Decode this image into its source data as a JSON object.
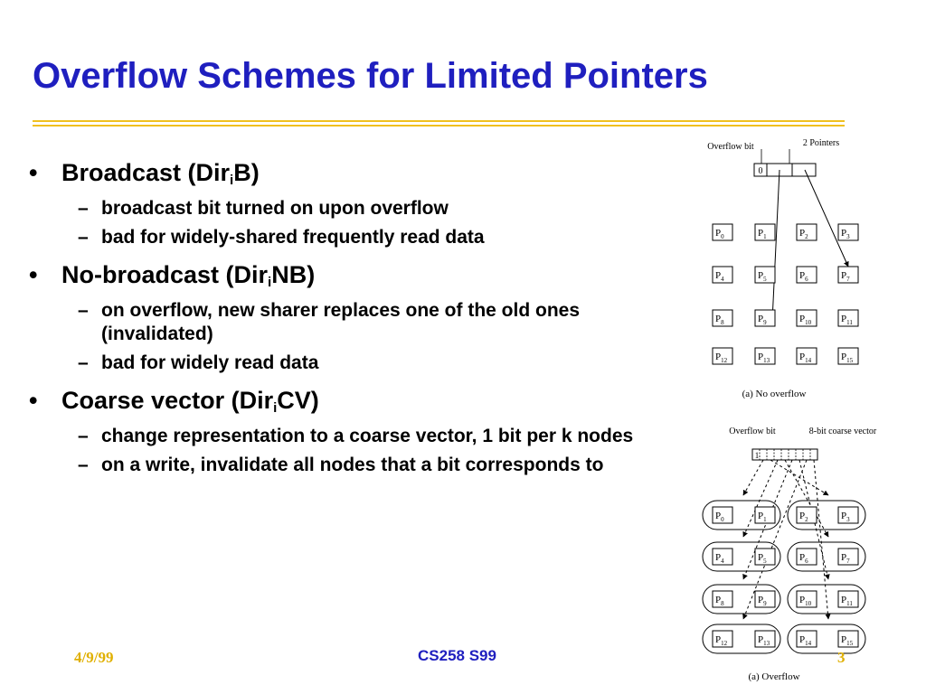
{
  "title": "Overflow Schemes for Limited Pointers",
  "bullets": [
    {
      "pre": "Broadcast (Dir",
      "sub": "i",
      "post": "B)",
      "subs": [
        "broadcast bit turned on upon overflow",
        "bad for widely-shared frequently read data"
      ]
    },
    {
      "pre": "No-broadcast (Dir",
      "sub": "i",
      "post": "NB)",
      "subs": [
        "on overflow, new sharer replaces one of the old ones (invalidated)",
        "bad for widely read data"
      ]
    },
    {
      "pre": "Coarse vector (Dir",
      "sub": "i",
      "post": "CV)",
      "subs": [
        "change representation to a coarse vector, 1 bit per k nodes",
        "on a write, invalidate all nodes that a bit corresponds to"
      ]
    }
  ],
  "bullet_glyph": "•",
  "dash_glyph": "–",
  "figure": {
    "diagram_a": {
      "overflow_label": "Overflow bit",
      "pointers_label": "2 Pointers",
      "overflow_value": "0",
      "caption": "(a) No overflow"
    },
    "diagram_b": {
      "overflow_label": "Overflow bit",
      "vector_label": "8-bit coarse vector",
      "overflow_value": "1",
      "caption": "(a) Overflow"
    },
    "node_prefix": "P",
    "node_indices": [
      "0",
      "1",
      "2",
      "3",
      "4",
      "5",
      "6",
      "7",
      "8",
      "9",
      "10",
      "11",
      "12",
      "13",
      "14",
      "15"
    ]
  },
  "footer": {
    "date": "4/9/99",
    "course": "CS258 S99",
    "page": "3"
  },
  "colors": {
    "title": "#1f1fbf",
    "rule": "#f0c020",
    "footer_accent": "#e0b000"
  }
}
